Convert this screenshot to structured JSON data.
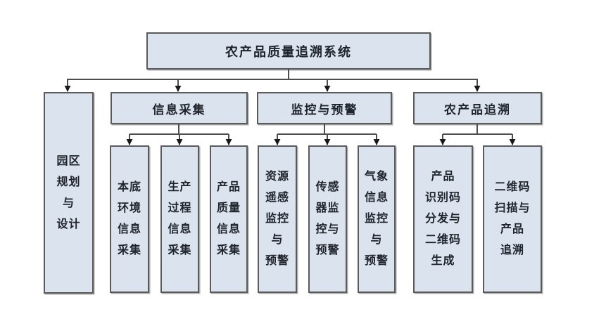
{
  "colors": {
    "box_fill": "#dae3ee",
    "box_border": "#5a5a5a",
    "line_color": "#4d4d4d",
    "arrow_color": "#1a1a1a",
    "text_color": "#1f232b"
  },
  "diagram": {
    "root": {
      "label": "农产品质量追溯系统"
    },
    "park": {
      "label": "园区规划与设计",
      "lines": [
        "园区",
        "规划",
        "与",
        "设计"
      ]
    },
    "branches": [
      {
        "label": "信息采集",
        "children": [
          {
            "label": "本底环境信息采集",
            "lines": [
              "本底",
              "环境",
              "信息",
              "采集"
            ]
          },
          {
            "label": "生产过程信息采集",
            "lines": [
              "生产",
              "过程",
              "信息",
              "采集"
            ]
          },
          {
            "label": "产品质量信息采集",
            "lines": [
              "产品",
              "质量",
              "信息",
              "采集"
            ]
          }
        ]
      },
      {
        "label": "监控与预警",
        "children": [
          {
            "label": "资源遥感监控与预警",
            "lines": [
              "资源",
              "遥感",
              "监控",
              "与",
              "预警"
            ]
          },
          {
            "label": "传感器监控与预警",
            "lines": [
              "传感",
              "器监",
              "控与",
              "预警"
            ]
          },
          {
            "label": "气象信息监控与预警",
            "lines": [
              "气象",
              "信息",
              "监控",
              "与",
              "预警"
            ]
          }
        ]
      },
      {
        "label": "农产品追溯",
        "children": [
          {
            "label": "产品识别码分发与二维码生成",
            "lines": [
              "产品",
              "识别码",
              "分发与",
              "二维码",
              "生成"
            ]
          },
          {
            "label": "二维码扫描与产品追溯",
            "lines": [
              "二维码",
              "扫描与",
              "产品",
              "追溯"
            ]
          }
        ]
      }
    ]
  }
}
